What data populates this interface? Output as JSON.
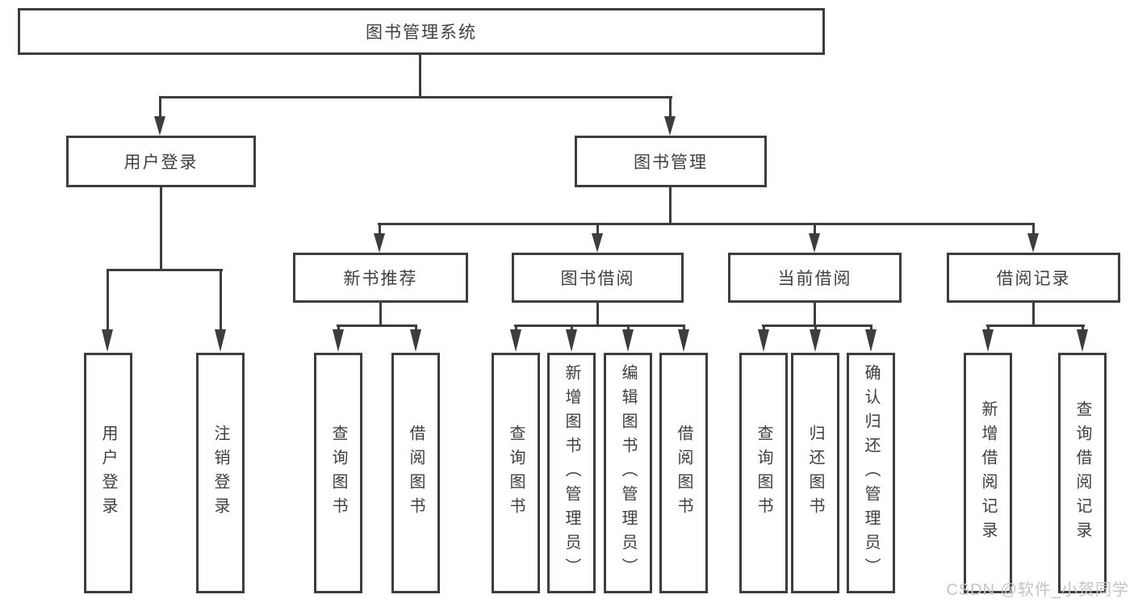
{
  "diagram": {
    "title_node": "图书管理系统",
    "level2": {
      "user_login": "用户登录",
      "book_management": "图书管理"
    },
    "level3": {
      "new_book_recommend": "新书推荐",
      "book_borrow": "图书借阅",
      "current_borrow": "当前借阅",
      "borrow_records": "借阅记录"
    },
    "leaves": {
      "user_login": [
        "用户登录",
        "注销登录"
      ],
      "new_book_recommend": [
        "查询图书",
        "借阅图书"
      ],
      "book_borrow": [
        "查询图书",
        "新增图书（管理员）",
        "编辑图书（管理员）",
        "借阅图书"
      ],
      "current_borrow": [
        "查询图书",
        "归还图书",
        "确认归还（管理员）"
      ],
      "borrow_records": [
        "新增借阅记录",
        "查询借阅记录"
      ]
    }
  },
  "watermark": "CSDN @软件_小贺同学",
  "colors": {
    "line": "#3d3d3d",
    "text": "#3f3f3f",
    "watermark": "#c5c5c5",
    "background": "#ffffff"
  }
}
